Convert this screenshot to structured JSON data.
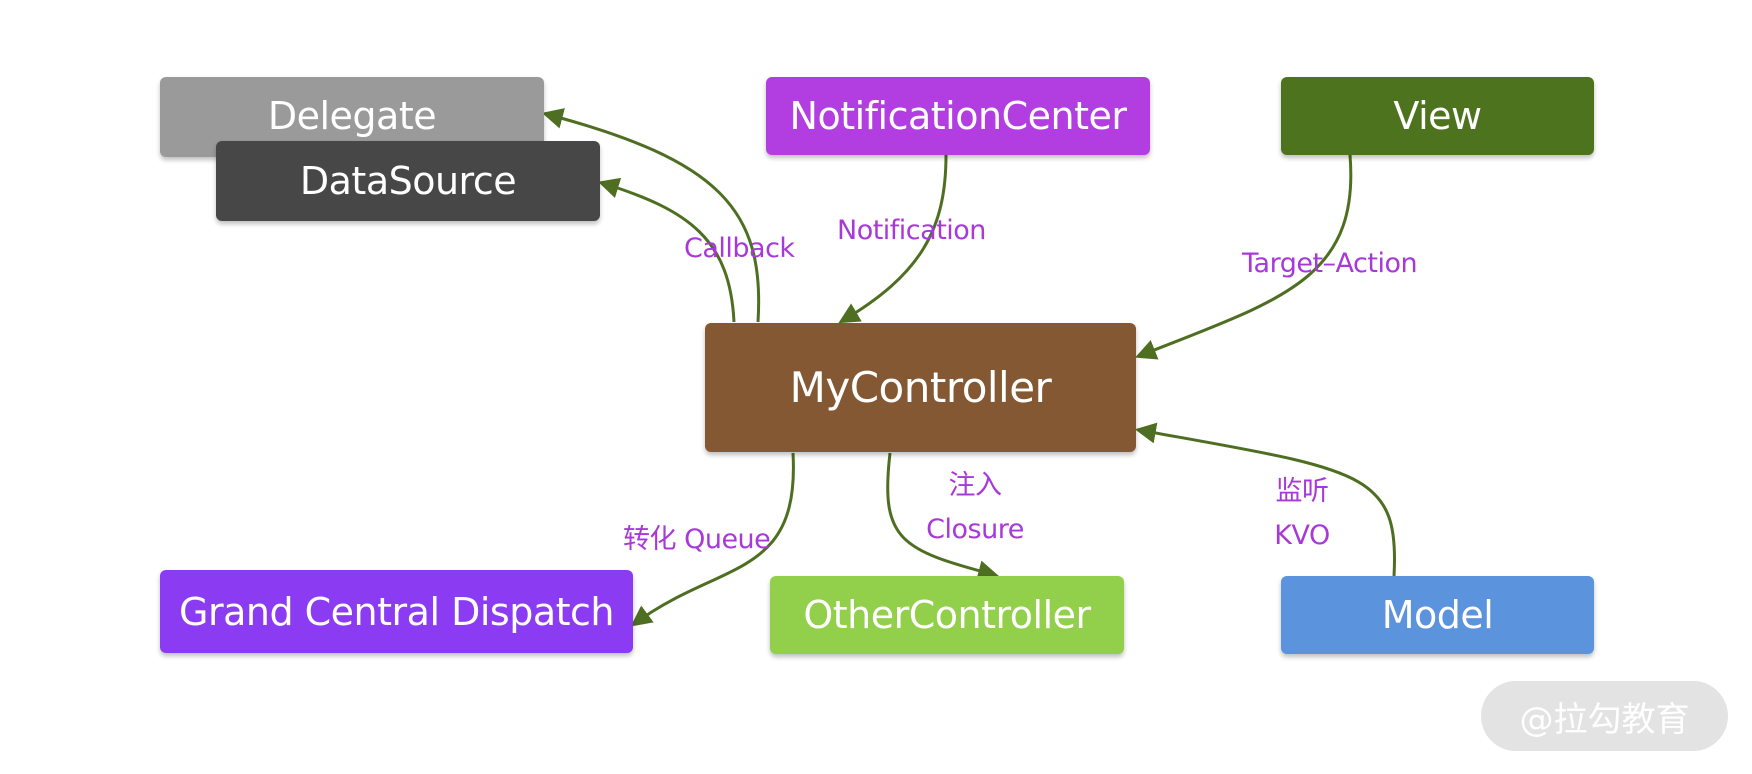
{
  "nodes": {
    "delegate": {
      "label": "Delegate",
      "color": "#9a9a9a"
    },
    "datasource": {
      "label": "DataSource",
      "color": "#474747"
    },
    "notification_center": {
      "label": "NotificationCenter",
      "color": "#b23ee1"
    },
    "view": {
      "label": "View",
      "color": "#4d731e"
    },
    "my_controller": {
      "label": "MyController",
      "color": "#835833"
    },
    "gcd": {
      "label": "Grand Central Dispatch",
      "color": "#8b3cf2"
    },
    "other_controller": {
      "label": "OtherController",
      "color": "#92cf4a"
    },
    "model": {
      "label": "Model",
      "color": "#5b93dd"
    }
  },
  "edges": {
    "callback": {
      "label": "Callback"
    },
    "notification": {
      "label": "Notification"
    },
    "target_action": {
      "label": "Target–Action"
    },
    "gcd_queue": {
      "label": "转化 Queue"
    },
    "closure": {
      "line1": "注入",
      "line2": "Closure"
    },
    "kvo": {
      "line1": "监听",
      "line2": "KVO"
    }
  },
  "edge_color": "#4e6e21",
  "label_color": "#a839d9",
  "watermark": "@拉勾教育"
}
